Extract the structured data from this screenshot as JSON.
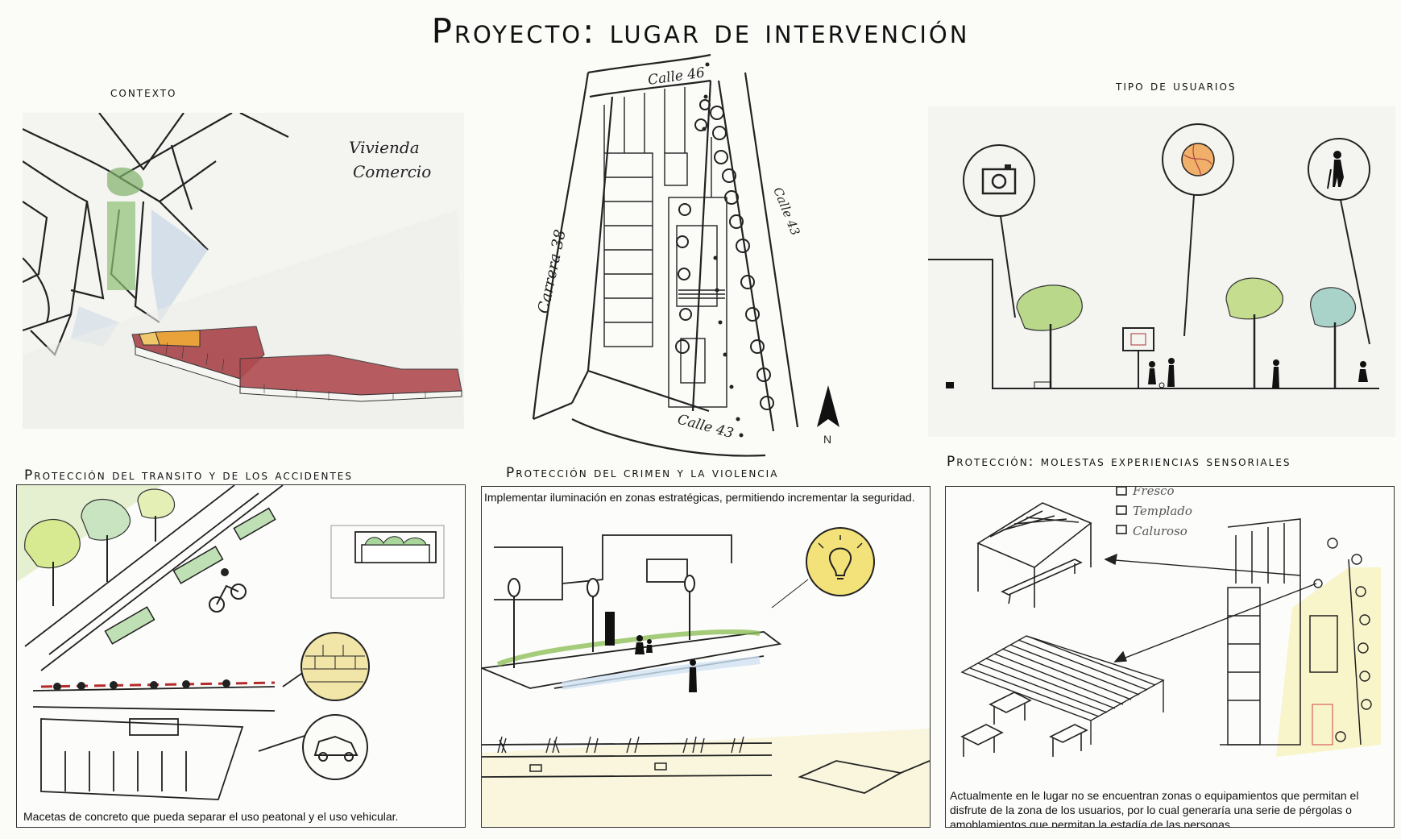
{
  "title": "Proyecto: lugar de intervención",
  "sections": {
    "contexto": {
      "heading": "contexto",
      "labels": [
        "Vivienda",
        "Comercio"
      ]
    },
    "mapa": {
      "streets": [
        "Calle 46",
        "Calle 43",
        "Carrera 38",
        "Calle 43"
      ],
      "north": "N"
    },
    "usuarios": {
      "heading": "tipo de usuarios"
    },
    "transito": {
      "heading": "Protección del transito y de los accidentes",
      "caption": "Macetas de concreto que pueda separar el uso peatonal y el uso vehicular."
    },
    "crimen": {
      "heading": "Protección del crimen y la violencia",
      "caption": "Implementar iluminación en zonas estratégicas, permitiendo incrementar la seguridad."
    },
    "sensorial": {
      "heading": "Protección: molestas experiencias sensoriales",
      "options": [
        "Fresco",
        "Templado",
        "Caluroso"
      ],
      "caption": "Actualmente en le lugar no se encuentran zonas o equipamientos que permitan el disfrute de la zona de los usuarios, por lo cual generaría una serie de pérgolas o amoblamientos que permitan la estadía de las personas."
    }
  },
  "colors": {
    "building": "#a8454a",
    "highlight": "#e9a13a",
    "tree": "#b9d88a",
    "light": "#f3e27a"
  }
}
